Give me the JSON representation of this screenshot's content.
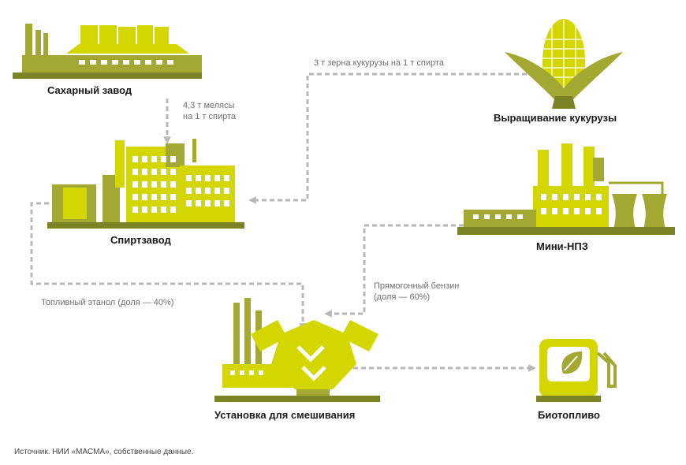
{
  "nodes": {
    "sugar_plant": "Сахарный завод",
    "distillery": "Спиртзавод",
    "corn": "Выращивание кукурузы",
    "refinery": "Мини-НПЗ",
    "blending": "Установка для смешивания",
    "biofuel": "Биотопливо"
  },
  "flows": {
    "molasses_line1": "4,3 т мелясы",
    "molasses_line2": "на 1 т спирта",
    "corn_grain": "3 т зерна кукурузы на 1 т спирта",
    "ethanol": "Топливный этанол (доля — 40%)",
    "gasoline_line1": "Прямогонный бензин",
    "gasoline_line2": "(доля — 60%)"
  },
  "source": "Источник. НИИ «МАСМА», собственные данные.",
  "colors": {
    "bright": "#d4d600",
    "olive": "#a3a832",
    "dark": "#7b8326",
    "arrow": "#b7b7b7"
  }
}
